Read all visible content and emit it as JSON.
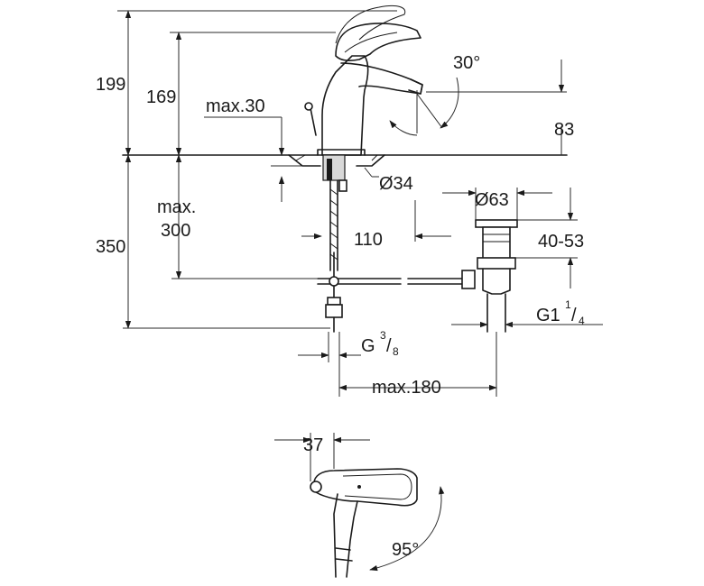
{
  "dimensions": {
    "height_total": "199",
    "height_spout_base": "169",
    "max_deck": "max.30",
    "angle_spout": "30°",
    "spout_height": "83",
    "diameter_base": "Ø34",
    "diameter_waste": "Ø63",
    "max_below": "max.",
    "max_below_value": "300",
    "under_deck": "350",
    "projection": "110",
    "waste_range": "40-53",
    "connection_left": "G",
    "connection_left_num": "3",
    "connection_left_den": "8",
    "connection_right": "G1",
    "connection_right_num": "1",
    "connection_right_den": "4",
    "max_horizontal": "max.180",
    "lever_offset": "37",
    "lever_angle": "95°"
  }
}
